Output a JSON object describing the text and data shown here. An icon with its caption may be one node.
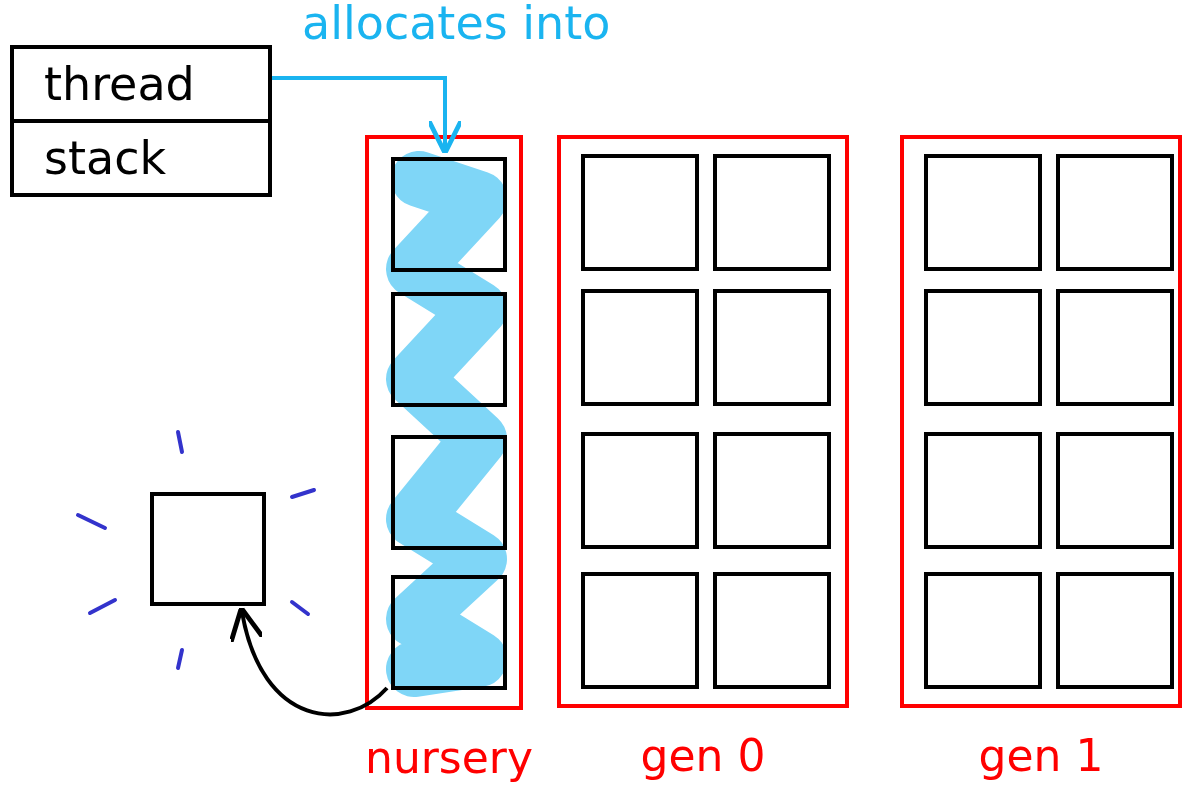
{
  "diagram": {
    "nodes": [
      {
        "text": [
          "thread",
          "stack"
        ]
      },
      {
        "text": [
          "nursery"
        ]
      },
      {
        "text": [],
        "shape": "box",
        "in": 1
      },
      {
        "text": [],
        "shape": "box",
        "in": 1
      },
      {
        "text": [],
        "shape": "box",
        "in": 1
      },
      {
        "text": [],
        "shape": "box",
        "in": 1
      },
      {
        "text": [
          "gen 0"
        ]
      },
      {
        "text": [],
        "shape": "box",
        "in": 6
      },
      {
        "text": [],
        "shape": "box",
        "in": 6
      },
      {
        "text": [],
        "shape": "box",
        "in": 6
      },
      {
        "text": [],
        "shape": "box",
        "in": 6
      },
      {
        "text": [],
        "shape": "box",
        "in": 6
      },
      {
        "text": [],
        "shape": "box",
        "in": 6
      },
      {
        "text": [],
        "shape": "box",
        "in": 6
      },
      {
        "text": [],
        "shape": "box",
        "in": 6
      },
      {
        "text": [
          "gen 1"
        ]
      },
      {
        "text": [],
        "shape": "box",
        "in": 15
      },
      {
        "text": [],
        "shape": "box",
        "in": 15
      },
      {
        "text": [],
        "shape": "box",
        "in": 15
      },
      {
        "text": [],
        "shape": "box",
        "in": 15
      },
      {
        "text": [],
        "shape": "box",
        "in": 15
      },
      {
        "text": [],
        "shape": "box",
        "in": 15
      },
      {
        "text": [],
        "shape": "box",
        "in": 15
      },
      {
        "text": [],
        "shape": "box",
        "in": 15
      },
      {
        "text": [],
        "shape": "box"
      }
    ],
    "edges": [
      {
        "from": 0,
        "to": 2,
        "arrow": "to",
        "label": "allocates into",
        "color": "#1ab4f0"
      },
      {
        "from": 5,
        "to": 24,
        "arrow": "to",
        "color": "#000000"
      }
    ]
  }
}
